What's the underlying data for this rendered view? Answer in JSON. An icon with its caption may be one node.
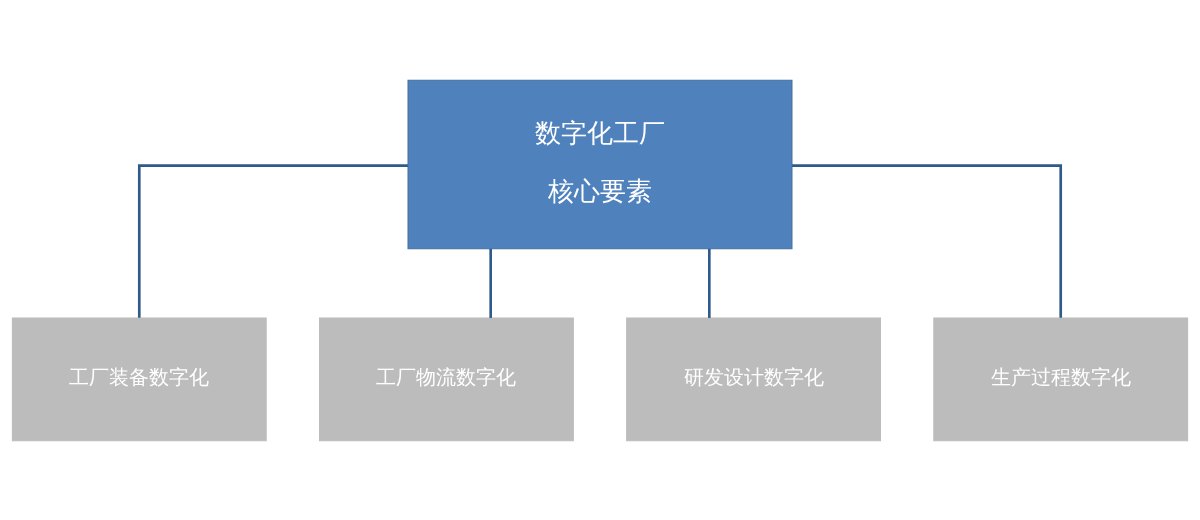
{
  "diagram": {
    "nodes": [
      {
        "text": [
          "数字化工厂核心要素"
        ]
      },
      {
        "text": [
          "工厂装备数字化"
        ]
      },
      {
        "text": [
          "工厂物流数字化"
        ]
      },
      {
        "text": [
          "研发设计数字化"
        ]
      },
      {
        "text": [
          "生产过程数字化"
        ]
      }
    ],
    "edges": [
      {
        "from": 0,
        "to": 1,
        "arrow": "none"
      },
      {
        "from": 0,
        "to": 2,
        "arrow": "none"
      },
      {
        "from": 0,
        "to": 3,
        "arrow": "none"
      },
      {
        "from": 0,
        "to": 4,
        "arrow": "none"
      }
    ]
  }
}
